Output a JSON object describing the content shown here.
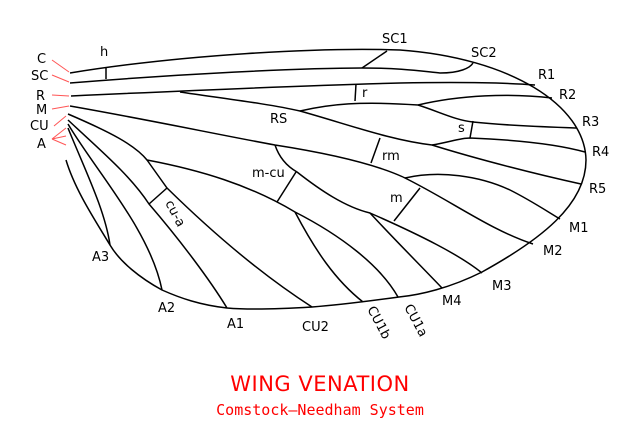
{
  "title": "WING VENATION",
  "subtitle": "Comstock–Needham System",
  "colors": {
    "title": "#ff0000",
    "pointer": "#ff5555",
    "vein": "#000000"
  },
  "labels": {
    "C": "C",
    "SC": "SC",
    "R": "R",
    "M": "M",
    "CU": "CU",
    "A": "A",
    "h": "h",
    "SC1": "SC1",
    "SC2": "SC2",
    "R1": "R1",
    "R2": "R2",
    "R3": "R3",
    "R4": "R4",
    "R5": "R5",
    "RS": "RS",
    "r": "r",
    "s": "s",
    "rm": "rm",
    "m_cu": "m-cu",
    "m": "m",
    "cu_a": "cu-a",
    "M1": "M1",
    "M2": "M2",
    "M3": "M3",
    "M4": "M4",
    "CU1a": "CU1a",
    "CU1b": "CU1b",
    "CU2": "CU2",
    "A1": "A1",
    "A2": "A2",
    "A3": "A3"
  }
}
